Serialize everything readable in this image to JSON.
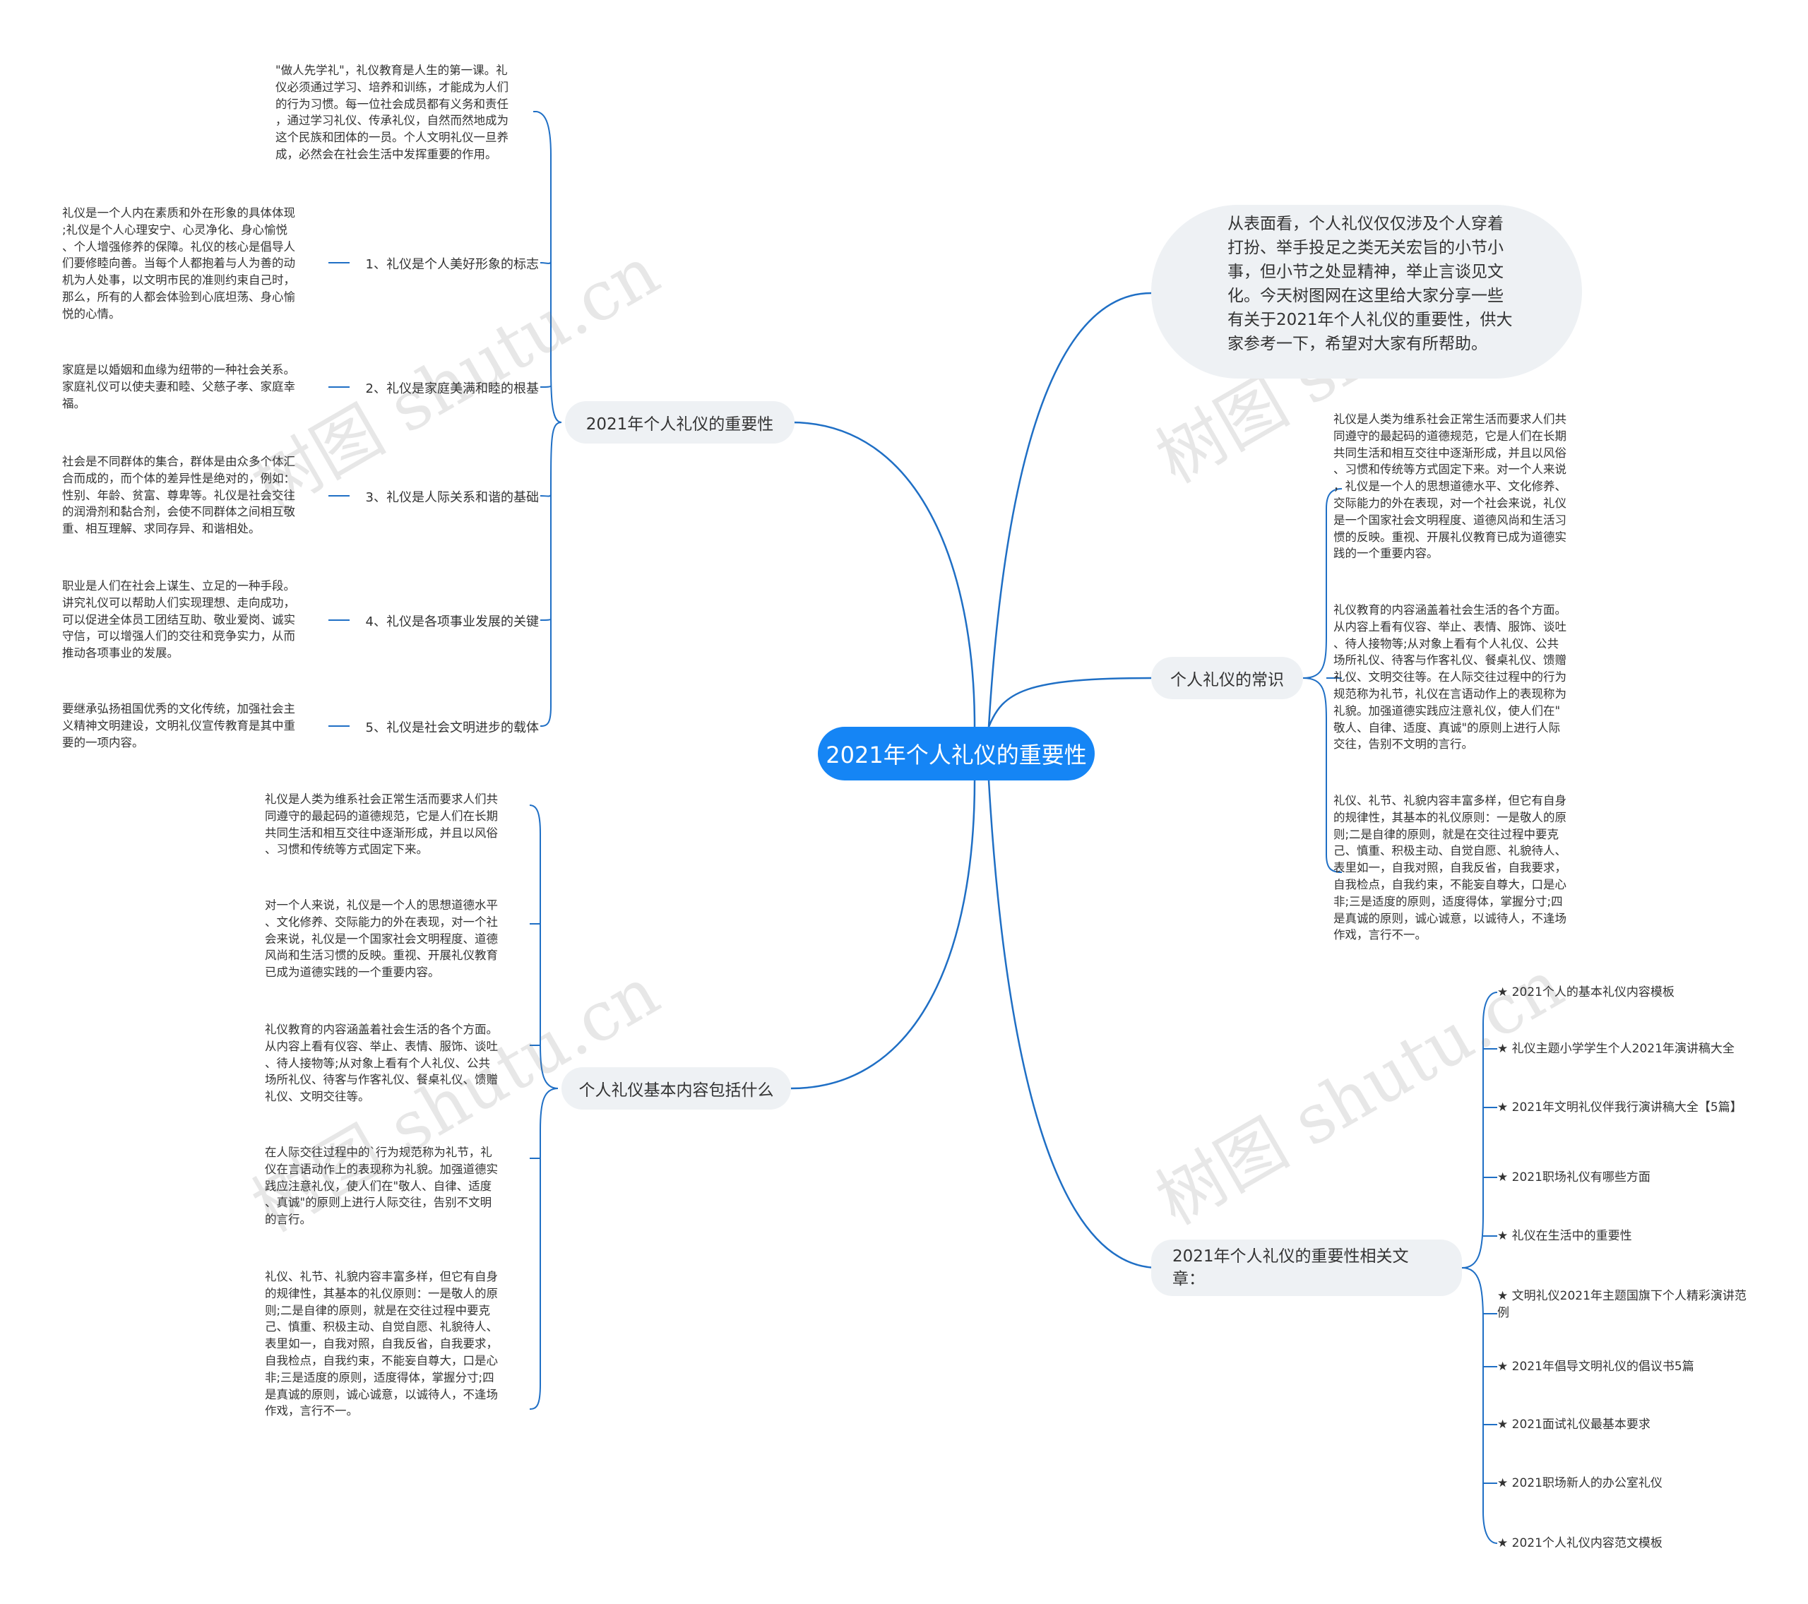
{
  "central": "2021年个人礼仪的重要性",
  "intro": "从表面看，个人礼仪仅仅涉及个人穿着打扮、举手投足之类无关宏旨的小节小事，但小节之处显精神，举止言谈见文化。今天树图网在这里给大家分享一些有关于2021年个人礼仪的重要性，供大家参考一下，希望对大家有所帮助。",
  "importance": {
    "label": "2021年个人礼仪的重要性",
    "intro_para": "\"做人先学礼\"，礼仪教育是人生的第一课。礼\n仪必须通过学习、培养和训练，才能成为人们\n的行为习惯。每一位社会成员都有义务和责任\n，通过学习礼仪、传承礼仪，自然而然地成为\n这个民族和团体的一员。个人文明礼仪一旦养\n成，必然会在社会生活中发挥重要的作用。",
    "items": [
      {
        "label": "1、礼仪是个人美好形象的标志",
        "text": "礼仪是一个人内在素质和外在形象的具体体现\n;礼仪是个人心理安宁、心灵净化、身心愉悦\n、个人增强修养的保障。礼仪的核心是倡导人\n们要修睦向善。当每个人都抱着与人为善的动\n机为人处事，以文明市民的准则约束自己时，\n那么，所有的人都会体验到心底坦荡、身心愉\n悦的心情。"
      },
      {
        "label": "2、礼仪是家庭美满和睦的根基",
        "text": "家庭是以婚姻和血缘为纽带的一种社会关系。\n家庭礼仪可以使夫妻和睦、父慈子孝、家庭幸\n福。"
      },
      {
        "label": "3、礼仪是人际关系和谐的基础",
        "text": "社会是不同群体的集合，群体是由众多个体汇\n合而成的，而个体的差异性是绝对的，例如：\n性别、年龄、贫富、尊卑等。礼仪是社会交往\n的润滑剂和黏合剂，会使不同群体之间相互敬\n重、相互理解、求同存异、和谐相处。"
      },
      {
        "label": "4、礼仪是各项事业发展的关键",
        "text": "职业是人们在社会上谋生、立足的一种手段。\n讲究礼仪可以帮助人们实现理想、走向成功，\n可以促进全体员工团结互助、敬业爱岗、诚实\n守信，可以增强人们的交往和竞争实力，从而\n推动各项事业的发展。"
      },
      {
        "label": "5、礼仪是社会文明进步的载体",
        "text": "要继承弘扬祖国优秀的文化传统，加强社会主\n义精神文明建设，文明礼仪宣传教育是其中重\n要的一项内容。"
      }
    ]
  },
  "basics": {
    "label": "个人礼仪基本内容包括什么",
    "paras": [
      "礼仪是人类为维系社会正常生活而要求人们共\n同遵守的最起码的道德规范，它是人们在长期\n共同生活和相互交往中逐渐形成，并且以风俗\n、习惯和传统等方式固定下来。",
      "对一个人来说，礼仪是一个人的思想道德水平\n、文化修养、交际能力的外在表现，对一个社\n会来说，礼仪是一个国家社会文明程度、道德\n风尚和生活习惯的反映。重视、开展礼仪教育\n已成为道德实践的一个重要内容。",
      "礼仪教育的内容涵盖着社会生活的各个方面。\n从内容上看有仪容、举止、表情、服饰、谈吐\n、待人接物等;从对象上看有个人礼仪、公共\n场所礼仪、待客与作客礼仪、餐桌礼仪、馈赠\n礼仪、文明交往等。",
      "在人际交往过程中的`行为规范称为礼节，礼\n仪在言语动作上的表现称为礼貌。加强道德实\n践应注意礼仪，使人们在\"敬人、自律、适度\n、真诚\"的原则上进行人际交往，告别不文明\n的言行。",
      "礼仪、礼节、礼貌内容丰富多样，但它有自身\n的规律性，其基本的礼仪原则：一是敬人的原\n则;二是自律的原则，就是在交往过程中要克\n己、慎重、积极主动、自觉自愿、礼貌待人、\n表里如一，自我对照，自我反省，自我要求，\n自我检点，自我约束，不能妄自尊大，口是心\n非;三是适度的原则，适度得体，掌握分寸;四\n是真诚的原则，诚心诚意，以诚待人，不逢场\n作戏，言行不一。"
    ]
  },
  "common": {
    "label": "个人礼仪的常识",
    "paras": [
      "礼仪是人类为维系社会正常生活而要求人们共\n同遵守的最起码的道德规范，它是人们在长期\n共同生活和相互交往中逐渐形成，并且以风俗\n、习惯和传统等方式固定下来。对一个人来说\n，礼仪是一个人的思想道德水平、文化修养、\n交际能力的外在表现，对一个社会来说，礼仪\n是一个国家社会文明程度、道德风尚和生活习\n惯的反映。重视、开展礼仪教育已成为道德实\n践的一个重要内容。",
      "礼仪教育的内容涵盖着社会生活的各个方面。\n从内容上看有仪容、举止、表情、服饰、谈吐\n、待人接物等;从对象上看有个人礼仪、公共\n场所礼仪、待客与作客礼仪、餐桌礼仪、馈赠\n礼仪、文明交往等。在人际交往过程中的行为\n规范称为礼节，礼仪在言语动作上的表现称为\n礼貌。加强道德实践应注意礼仪，使人们在\"\n敬人、自律、适度、真诚\"的原则上进行人际\n交往，告别不文明的言行。",
      "礼仪、礼节、礼貌内容丰富多样，但它有自身\n的规律性，其基本的礼仪原则：一是敬人的原\n则;二是自律的原则，就是在交往过程中要克\n己、慎重、积极主动、自觉自愿、礼貌待人、\n表里如一，自我对照，自我反省，自我要求，\n自我检点，自我约束，不能妄自尊大，口是心\n非;三是适度的原则，适度得体，掌握分寸;四\n是真诚的原则，诚心诚意，以诚待人，不逢场\n作戏，言行不一。"
    ]
  },
  "articles": {
    "label": "2021年个人礼仪的重要性相关文章：",
    "items": [
      "★ 2021个人的基本礼仪内容模板",
      "★ 礼仪主题小学学生个人2021年演讲稿大全",
      "★ 2021年文明礼仪伴我行演讲稿大全【5篇】",
      "★ 2021职场礼仪有哪些方面",
      "★ 礼仪在生活中的重要性",
      "★ 文明礼仪2021年主题国旗下个人精彩演讲范例",
      "★ 2021年倡导文明礼仪的倡议书5篇",
      "★ 2021面试礼仪最基本要求",
      "★ 2021职场新人的办公室礼仪",
      "★ 2021个人礼仪内容范文模板"
    ]
  },
  "watermark": "树图 shutu.cn",
  "colors": {
    "accent": "#1585f5",
    "line": "#1f6fc5",
    "branch_bg": "#eef1f4"
  }
}
